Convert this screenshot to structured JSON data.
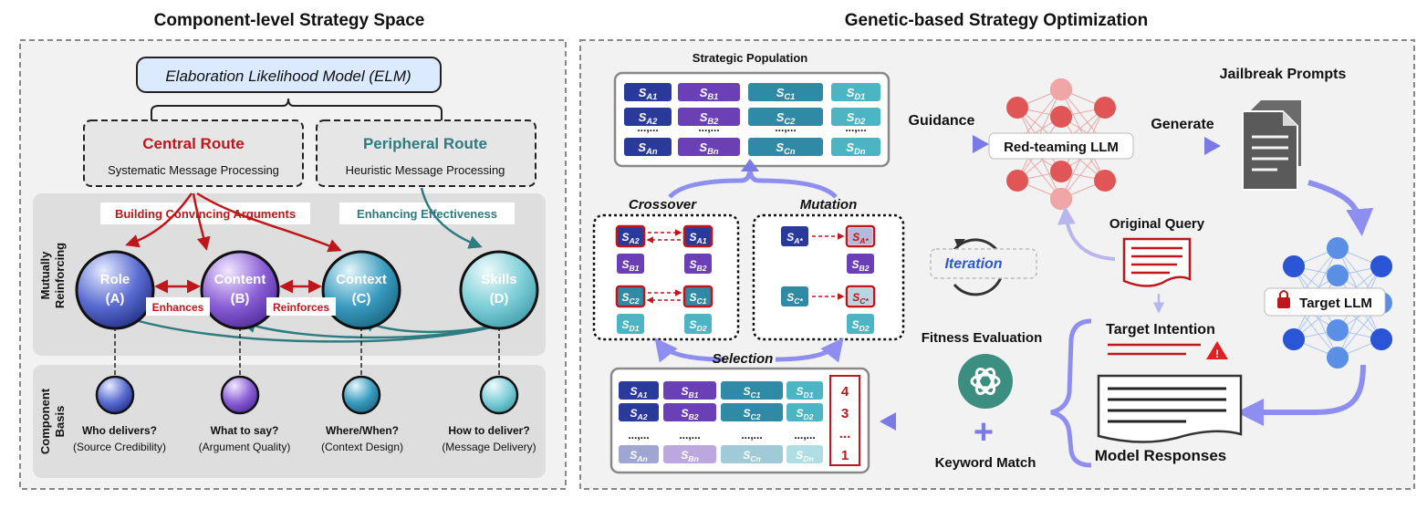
{
  "left_panel": {
    "title": "Component-level Strategy Space",
    "elm_title": "Elaboration Likelihood Model (ELM)",
    "central_route": {
      "title": "Central Route",
      "subtitle": "Systematic Message Processing"
    },
    "peripheral_route": {
      "title": "Peripheral Route",
      "subtitle": "Heuristic Message Processing"
    },
    "building_label": "Building Convincing Arguments",
    "enhancing_label": "Enhancing Effectiveness",
    "mutually_label": [
      "Mutually",
      "Reinforcing"
    ],
    "component_label": [
      "Component",
      "Basis"
    ],
    "nodes": [
      {
        "name": "Role",
        "letter": "(A)"
      },
      {
        "name": "Content",
        "letter": "(B)"
      },
      {
        "name": "Context",
        "letter": "(C)"
      },
      {
        "name": "Skills",
        "letter": "(D)"
      }
    ],
    "enhances_label": "Enhances",
    "reinforces_label": "Reinforces",
    "basis": [
      {
        "question": "Who delivers?",
        "detail": "(Source Credibility)"
      },
      {
        "question": "What to say?",
        "detail": "(Argument Quality)"
      },
      {
        "question": "Where/When?",
        "detail": "(Context Design)"
      },
      {
        "question": "How to deliver?",
        "detail": "(Message Delivery)"
      }
    ]
  },
  "right_panel": {
    "title": "Genetic-based Strategy Optimization",
    "population_label": "Strategic Population",
    "population_rows": [
      [
        "S_{A1}",
        "S_{B1}",
        "S_{C1}",
        "S_{D1}"
      ],
      [
        "S_{A2}",
        "S_{B2}",
        "S_{C2}",
        "S_{D2}"
      ],
      [
        "S_{An}",
        "S_{Bn}",
        "S_{Cn}",
        "S_{Dn}"
      ]
    ],
    "ellipsis": "...,...",
    "guidance_label": "Guidance",
    "red_team_label": "Red-teaming LLM",
    "generate_label": "Generate",
    "jailbreak_label": "Jailbreak Prompts",
    "target_llm_label": "Target LLM",
    "crossover_label": "Crossover",
    "mutation_label": "Mutation",
    "selection_label": "Selection",
    "iteration_label": "Iteration",
    "original_query_label": "Original Query",
    "target_intention_label": "Target Intention",
    "fitness_label": "Fitness Evaluation",
    "keyword_label": "Keyword Match",
    "model_responses_label": "Model Responses",
    "crossover_cells": [
      [
        "S_{A2}",
        "S_{A1}"
      ],
      [
        "S_{B1}",
        "S_{B2}"
      ],
      [
        "S_{C2}",
        "S_{C1}"
      ],
      [
        "S_{D1}",
        "S_{D2}"
      ]
    ],
    "mutation_cells": [
      [
        "S_{A*}",
        "S_{A*}"
      ],
      [
        "",
        "S_{B2}"
      ],
      [
        "S_{C*}",
        "S_{C*}"
      ],
      [
        "",
        "S_{D2}"
      ]
    ],
    "selection_rows": [
      [
        "S_{A1}",
        "S_{B1}",
        "S_{C1}",
        "S_{D1}"
      ],
      [
        "S_{A2}",
        "S_{B2}",
        "S_{C2}",
        "S_{D2}"
      ],
      [
        "S_{An}",
        "S_{Bn}",
        "S_{Cn}",
        "S_{Dn}"
      ]
    ],
    "ranks": [
      "4",
      "3",
      "...",
      "1"
    ],
    "plus_sign": "+"
  },
  "colors": {
    "role": "#2a3a9a",
    "content": "#6b3fb5",
    "context": "#2f8aa6",
    "skills": "#4bb5c3",
    "central_red": "#c0161b",
    "peripheral_teal": "#2e7b80",
    "arrow_purple": "#8e8ef0"
  }
}
